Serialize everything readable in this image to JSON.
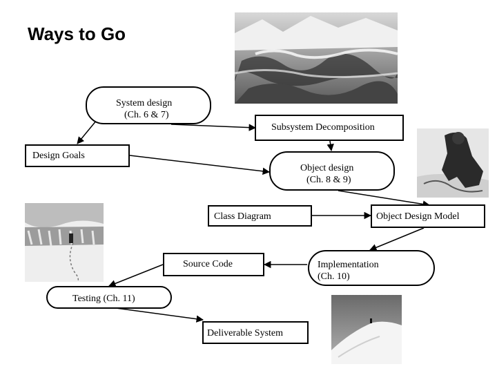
{
  "title": "Ways to Go",
  "nodes": {
    "system_design": {
      "line1": "System design",
      "line2": "(Ch. 6 & 7)"
    },
    "subsystem_decomposition": {
      "label": "Subsystem Decomposition"
    },
    "design_goals": {
      "label": "Design Goals"
    },
    "object_design": {
      "line1": "Object design",
      "line2": "(Ch. 8 & 9)"
    },
    "class_diagram": {
      "label": "Class Diagram"
    },
    "object_design_model": {
      "label": "Object Design Model"
    },
    "source_code": {
      "label": "Source Code"
    },
    "implementation": {
      "line1": "Implementation",
      "line2": "(Ch. 10)"
    },
    "testing": {
      "label": "Testing (Ch. 11)"
    },
    "deliverable_system": {
      "label": "Deliverable System"
    }
  },
  "photos": [
    "glacier-aerial-photo",
    "climber-on-rope-photo",
    "icefall-trail-photo",
    "summit-ridge-photo"
  ],
  "colors": {
    "line": "#000000",
    "background": "#ffffff"
  }
}
